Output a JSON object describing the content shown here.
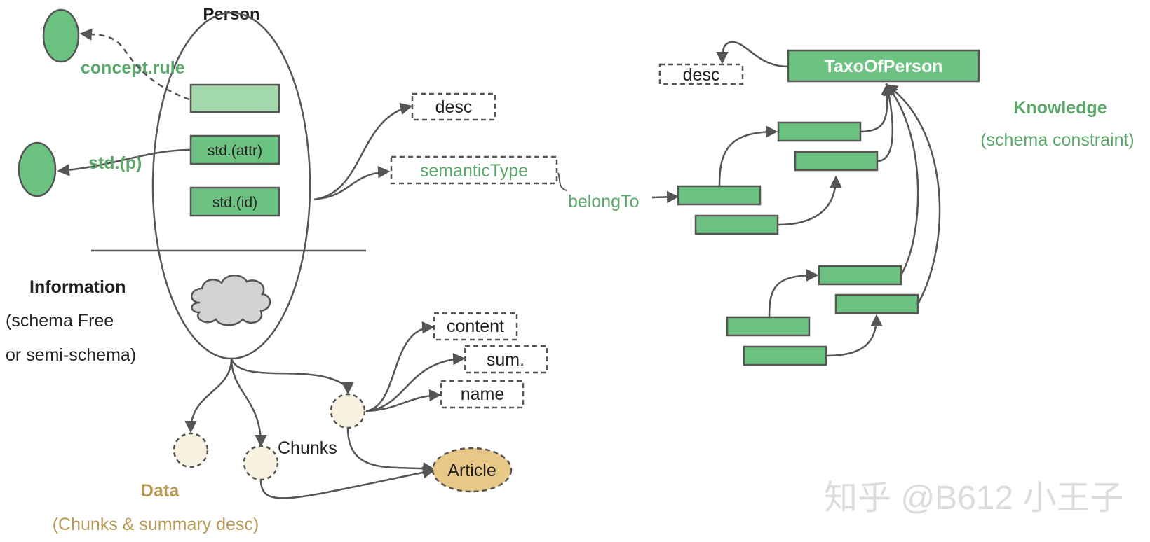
{
  "person": {
    "title": "Person",
    "concept_rule_label": "concept.rule",
    "std_p_label": "std.(p)",
    "attr_box_label": "std.(attr)",
    "id_box_label": "std.(id)"
  },
  "outputs": {
    "desc_label": "desc",
    "semantic_type_label": "semanticType",
    "belong_to_label": "belongTo"
  },
  "information": {
    "title": "Information",
    "subtitle_line1": "(schema Free",
    "subtitle_line2": "or semi-schema)"
  },
  "data": {
    "title": "Data",
    "subtitle": "(Chunks & summary desc)",
    "chunks_label": "Chunks",
    "content_label": "content",
    "sum_label": "sum.",
    "name_label": "name",
    "article_label": "Article"
  },
  "knowledge": {
    "title": "Knowledge",
    "subtitle": "(schema constraint)",
    "taxo_label": "TaxoOfPerson",
    "taxo_desc_label": "desc"
  },
  "watermark": "知乎 @B612 小王子",
  "colors": {
    "green_fill": "#6cc280",
    "light_green_fill": "#a3d9ad",
    "green_text": "#5aa96a",
    "stroke": "#555555",
    "gold_text": "#b89a55",
    "cream_fill": "#f7f1e0",
    "article_fill": "#e8c886",
    "cloud_fill": "#d3d3d3"
  }
}
